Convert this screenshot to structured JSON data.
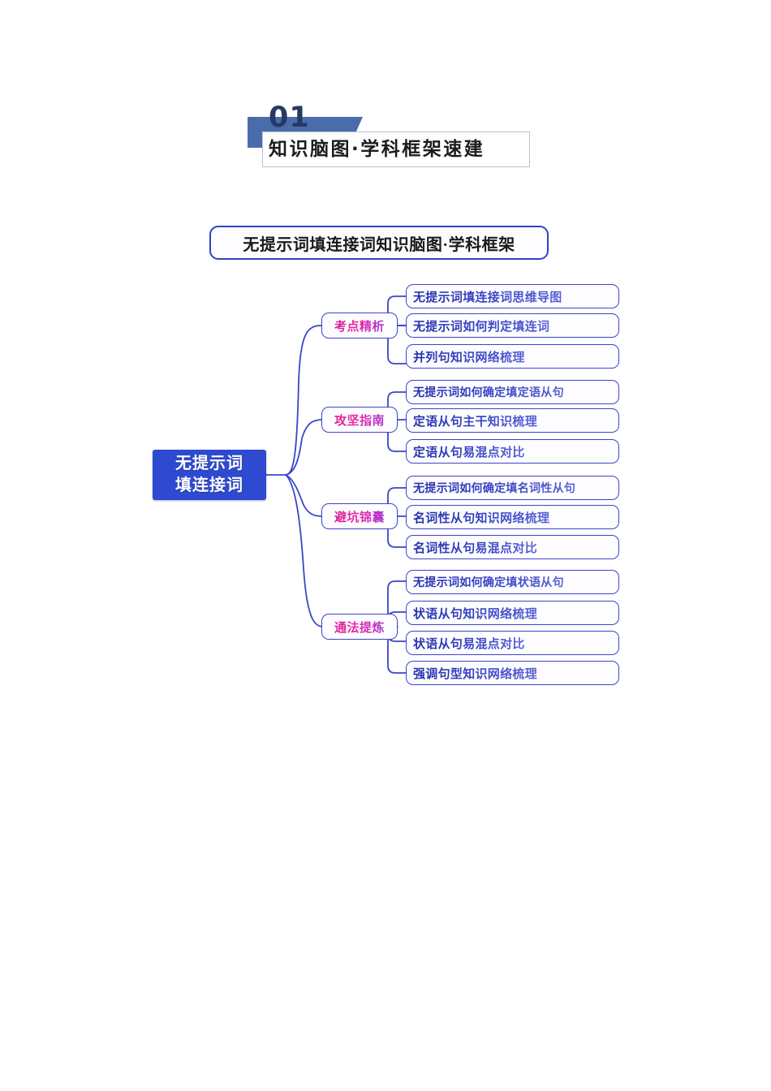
{
  "banner": {
    "number": "01",
    "text": "知识脑图·学科框架速建"
  },
  "map_title": "无提示词填连接词知识脑图·学科框架",
  "root": {
    "line1": "无提示词",
    "line2": "填连接词"
  },
  "colors": {
    "root_fill": "#2d4ad0",
    "node_border": "#3a46c8",
    "branch_text": "#e6179b",
    "leaf_text": "#2a35b4",
    "banner_flag": "#4b6cab",
    "banner_number": "#243a63"
  },
  "branches": [
    {
      "label": "考点精析",
      "leaves": [
        "无提示词填连接词思维导图",
        "无提示词如何判定填连词",
        "并列句知识网络梳理"
      ]
    },
    {
      "label": "攻坚指南",
      "leaves": [
        "无提示词如何确定填定语从句",
        "定语从句主干知识梳理",
        "定语从句易混点对比"
      ]
    },
    {
      "label": "避坑锦囊",
      "leaves": [
        "无提示词如何确定填名词性从句",
        "名词性从句知识网络梳理",
        "名词性从句易混点对比"
      ]
    },
    {
      "label": "通法提炼",
      "leaves": [
        "无提示词如何确定填状语从句",
        "状语从句知识网络梳理",
        "状语从句易混点对比",
        "强调句型知识网络梳理"
      ]
    }
  ]
}
